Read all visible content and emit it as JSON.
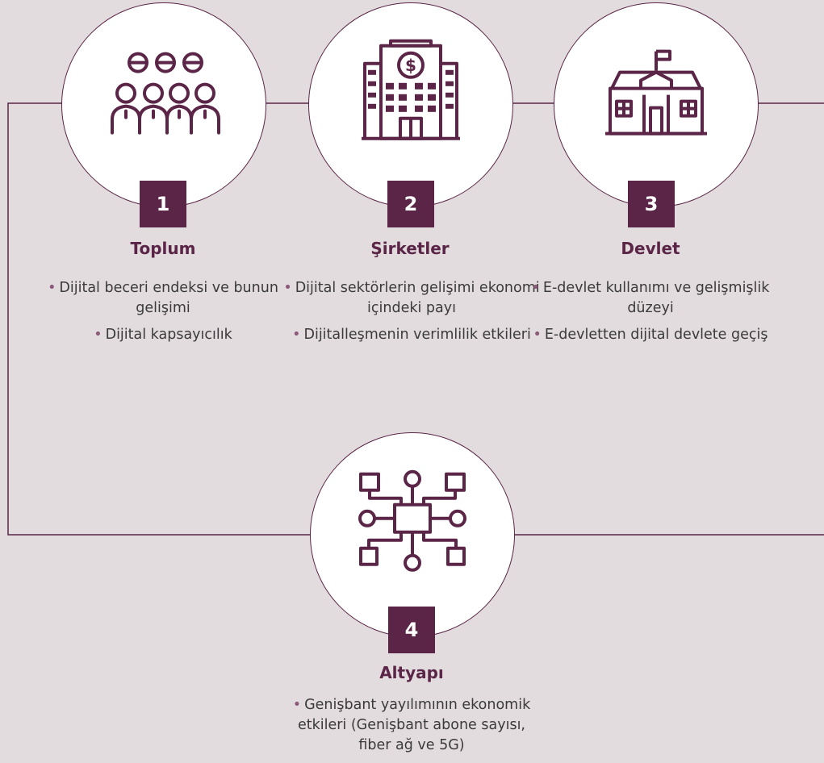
{
  "colors": {
    "background": "#e3dcdf",
    "accent": "#5a2546",
    "circle_fill": "#ffffff",
    "text": "#3a3a3a",
    "bullet": "#8a5a78"
  },
  "cards": [
    {
      "number": "1",
      "title": "Toplum",
      "icon": "people-group-icon",
      "bullets": [
        "Dijital beceri endeksi ve bunun gelişimi",
        "Dijital kapsayıcılık"
      ]
    },
    {
      "number": "2",
      "title": "Şirketler",
      "icon": "bank-building-icon",
      "bullets": [
        "Dijital sektörlerin gelişimi ekonomi içindeki payı",
        "Dijitalleşmenin verimlilik etkileri"
      ]
    },
    {
      "number": "3",
      "title": "Devlet",
      "icon": "government-building-icon",
      "bullets": [
        "E-devlet kullanımı ve gelişmişlik düzeyi",
        "E-devletten dijital devlete geçiş"
      ]
    },
    {
      "number": "4",
      "title": "Altyapı",
      "icon": "network-hub-icon",
      "bullets": [
        "Genişbant yayılımının ekonomik etkileri  (Genişbant abone sayısı, fiber ağ ve 5G)"
      ]
    }
  ]
}
